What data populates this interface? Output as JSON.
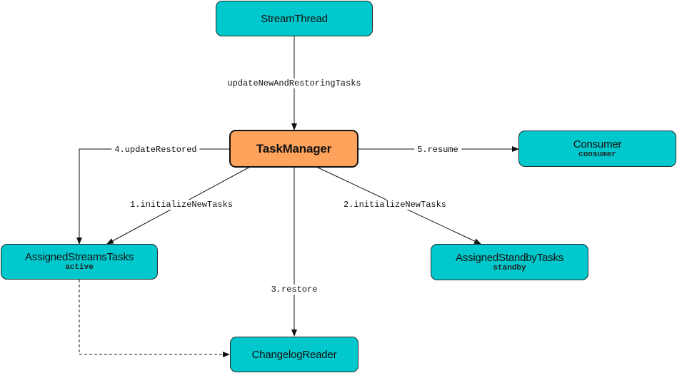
{
  "colors": {
    "node_fill": "#00C8CC",
    "primary_fill": "#FFA25C",
    "edge": "#111111"
  },
  "nodes": {
    "stream_thread": {
      "title": "StreamThread"
    },
    "task_manager": {
      "title": "TaskManager"
    },
    "consumer": {
      "title": "Consumer",
      "subtitle": "consumer"
    },
    "assigned_streams_tasks": {
      "title": "AssignedStreamsTasks",
      "subtitle": "active"
    },
    "assigned_standby_tasks": {
      "title": "AssignedStandbyTasks",
      "subtitle": "standby"
    },
    "changelog_reader": {
      "title": "ChangelogReader"
    }
  },
  "edges": {
    "update_new_and_restoring": {
      "label": "updateNewAndRestoringTasks",
      "from": "StreamThread",
      "to": "TaskManager",
      "style": "solid"
    },
    "init_active": {
      "label": "1.initializeNewTasks",
      "from": "TaskManager",
      "to": "AssignedStreamsTasks",
      "style": "solid"
    },
    "init_standby": {
      "label": "2.initializeNewTasks",
      "from": "TaskManager",
      "to": "AssignedStandbyTasks",
      "style": "solid"
    },
    "restore": {
      "label": "3.restore",
      "from": "TaskManager",
      "to": "ChangelogReader",
      "style": "solid"
    },
    "update_restored": {
      "label": "4.updateRestored",
      "from": "TaskManager",
      "to": "AssignedStreamsTasks",
      "style": "solid"
    },
    "resume": {
      "label": "5.resume",
      "from": "TaskManager",
      "to": "Consumer",
      "style": "solid"
    },
    "active_to_changelog": {
      "label": "",
      "from": "AssignedStreamsTasks",
      "to": "ChangelogReader",
      "style": "dashed"
    }
  }
}
